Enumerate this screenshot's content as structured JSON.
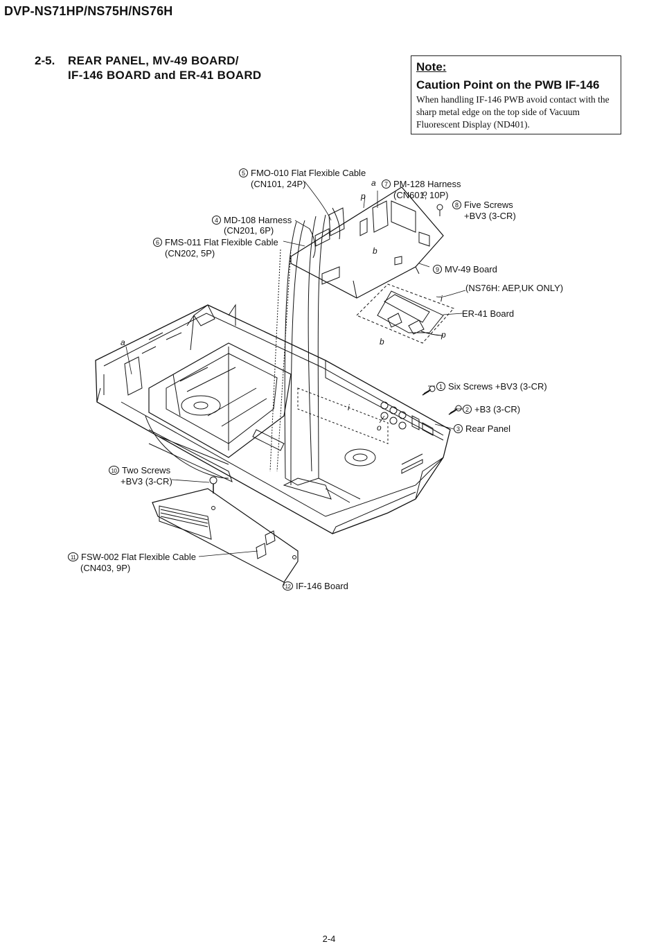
{
  "header": {
    "model": "DVP-NS71HP/NS75H/NS76H"
  },
  "section": {
    "number": "2-5.",
    "title_line1": "REAR PANEL, MV-49 BOARD/",
    "title_line2": "IF-146 BOARD and ER-41 BOARD"
  },
  "note": {
    "title": "Note:",
    "heading": "Caution Point on the PWB IF-146",
    "body": "When handling IF-146 PWB avoid contact with the sharp metal edge on the top side of Vacuum Fluorescent Display (ND401)."
  },
  "labels": {
    "l1": {
      "num": "1",
      "text": "Six Screws +BV3 (3-CR)"
    },
    "l2": {
      "num": "2",
      "text": "+B3 (3-CR)"
    },
    "l3": {
      "num": "3",
      "text": "Rear Panel"
    },
    "l4": {
      "num": "4",
      "text": "MD-108 Harness",
      "sub": "(CN201, 6P)"
    },
    "l5": {
      "num": "5",
      "text": "FMO-010 Flat Flexible Cable",
      "sub": "(CN101, 24P)"
    },
    "l6": {
      "num": "6",
      "text": "FMS-011 Flat Flexible Cable",
      "sub": "(CN202, 5P)"
    },
    "l7": {
      "num": "7",
      "text": "PM-128 Harness",
      "sub": "(CN601, 10P)"
    },
    "l8": {
      "num": "8",
      "text": "Five Screws",
      "sub": "+BV3 (3-CR)"
    },
    "l9": {
      "num": "9",
      "text": "MV-49 Board"
    },
    "l10": {
      "num": "10",
      "text": "Two Screws",
      "sub": "+BV3 (3-CR)"
    },
    "l11": {
      "num": "11",
      "text": "FSW-002 Flat Flexible Cable",
      "sub": "(CN403, 9P)"
    },
    "l12": {
      "num": "12",
      "text": "IF-146  Board"
    },
    "er41_note": "(NS76H: AEP,UK ONLY)",
    "er41": "ER-41 Board"
  },
  "refs": {
    "a": "a",
    "b": "b",
    "o": "o",
    "p": "p",
    "i": "i"
  },
  "footer": {
    "page": "2-4"
  }
}
